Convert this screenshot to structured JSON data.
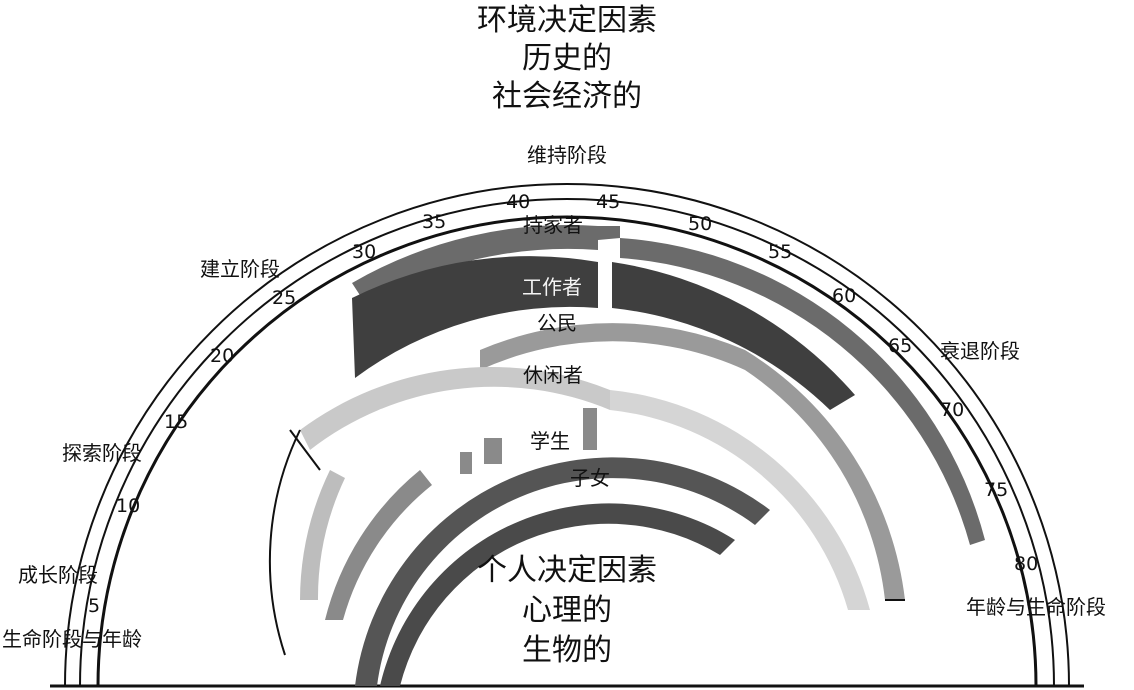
{
  "header": {
    "title_lines": [
      "环境决定因素",
      "历史的",
      "社会经济的"
    ]
  },
  "inner_title": {
    "lines": [
      "个人决定因素",
      "心理的",
      "生物的"
    ]
  },
  "outer_labels": {
    "life_stage_age": "生命阶段与年龄",
    "age_life_stage": "年龄与生命阶段"
  },
  "stages": [
    {
      "id": "growth",
      "label": "成长阶段"
    },
    {
      "id": "exploration",
      "label": "探索阶段"
    },
    {
      "id": "establishment",
      "label": "建立阶段"
    },
    {
      "id": "maintenance",
      "label": "维持阶段"
    },
    {
      "id": "decline",
      "label": "衰退阶段"
    }
  ],
  "ages": [
    5,
    10,
    15,
    20,
    25,
    30,
    35,
    40,
    45,
    50,
    55,
    60,
    65,
    70,
    75,
    80
  ],
  "roles": [
    {
      "id": "homemaker",
      "label": "持家者",
      "color": "#6b6b6b"
    },
    {
      "id": "worker",
      "label": "工作者",
      "color": "#3f3f3f"
    },
    {
      "id": "citizen",
      "label": "公民",
      "color": "#9a9a9a"
    },
    {
      "id": "leisurite",
      "label": "休闲者",
      "color": "#c9c9c9"
    },
    {
      "id": "student",
      "label": "学生",
      "color": "#8a8a8a"
    },
    {
      "id": "child",
      "label": "子女",
      "color": "#555555"
    }
  ],
  "colors": {
    "line": "#111111",
    "background": "#ffffff"
  }
}
